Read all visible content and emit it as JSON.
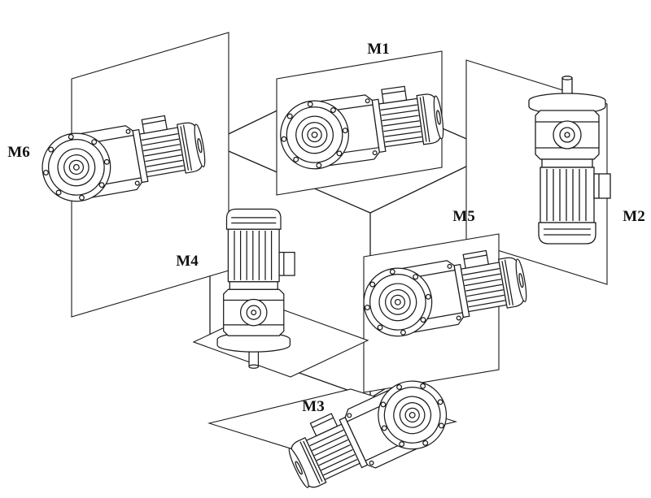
{
  "labels": {
    "m1": "M1",
    "m2": "M2",
    "m3": "M3",
    "m4": "M4",
    "m5": "M5",
    "m6": "M6"
  },
  "colors": {
    "line": "#1a1a1a",
    "background": "#ffffff"
  }
}
